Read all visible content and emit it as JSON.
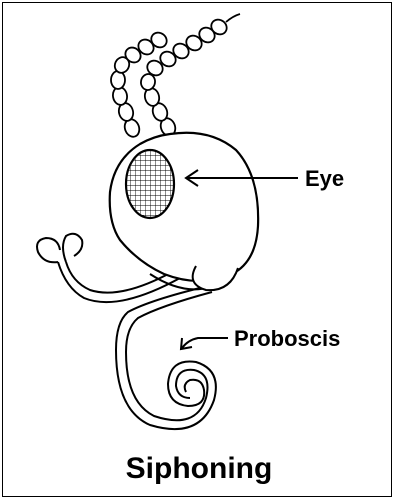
{
  "labels": {
    "eye": "Eye",
    "proboscis": "Proboscis"
  },
  "caption": "Siphoning",
  "icons": {
    "head": "insect-head-icon",
    "compound_eye": "compound-eye-icon",
    "antenna": "antenna-icon",
    "proboscis": "coiled-proboscis-icon"
  },
  "colors": {
    "stroke": "#000000",
    "background": "#ffffff"
  }
}
